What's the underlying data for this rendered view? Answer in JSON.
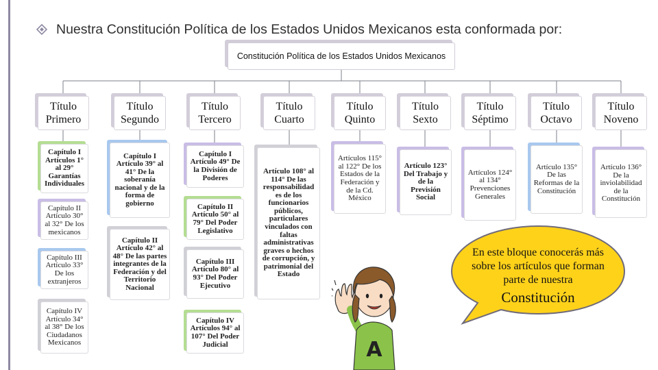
{
  "header": {
    "text": "Nuestra Constitución Política de los Estados Unidos Mexicanos esta conformada por:",
    "bullet_icon": "diamond-bullet-icon"
  },
  "root": {
    "label": "Constitución Política de los Estados Unidos Mexicanos"
  },
  "titulos": [
    {
      "label": "Título Primero"
    },
    {
      "label": "Título Segundo"
    },
    {
      "label": "Título Tercero"
    },
    {
      "label": "Título Cuarto"
    },
    {
      "label": "Título Quinto"
    },
    {
      "label": "Título Sexto"
    },
    {
      "label": "Título Séptimo"
    },
    {
      "label": "Título Octavo"
    },
    {
      "label": "Título Noveno"
    }
  ],
  "capitulos": {
    "primero": [
      {
        "text": "Capítulo I Artículos 1° al 29° Garantías Individuales"
      },
      {
        "text": "Capítulo II Artículo 30° al 32° De los mexicanos"
      },
      {
        "text": "Capítulo III Artículo 33° De los extranjeros"
      },
      {
        "text": "Capítulo IV Artículo 34° al 38° De los Ciudadanos Mexicanos"
      }
    ],
    "segundo": [
      {
        "text": "Capítulo I Artículo 39° al 41° De la soberanía nacional y de la forma de gobierno"
      },
      {
        "text": "Capítulo II Artículo 42° al 48° De las partes integrantes de la Federación y del Territorio Nacional"
      }
    ],
    "tercero": [
      {
        "text": "Capítulo I Artículo 49° De la División de Poderes"
      },
      {
        "text": "Capítulo II Artículo 50° al 79° Del Poder Legislativo"
      },
      {
        "text": "Capítulo III Artículo 80° al 93° Del Poder Ejecutivo"
      },
      {
        "text": "Capítulo IV Artículos 94° al 107° Del Poder Judicial"
      }
    ],
    "cuarto": [
      {
        "text": "Artículo 108° al 114° De las responsabilidad es de los funcionarios públicos, particulares vinculados con faltas administrativas graves o hechos de corrupción, y patrimonial del Estado"
      }
    ],
    "quinto": [
      {
        "text": "Artículos 115° al 122° De los Estados de la Federación y de la Cd. México"
      }
    ],
    "sexto": [
      {
        "text": "Artículo 123° Del Trabajo y de la Previsión Social"
      }
    ],
    "septimo": [
      {
        "text": "Artículos 124° al 134° Prevenciones Generales"
      }
    ],
    "octavo": [
      {
        "text": "Artículo 135° De las Reformas de la Constitución"
      }
    ],
    "noveno": [
      {
        "text": "Artículo 136° De la inviolabilidad de la Constitución"
      }
    ]
  },
  "callout": {
    "text": "En este bloque conocerás más sobre los artículos que forman parte de nuestra",
    "emphasis": "Constitución",
    "bubble_color": "#ffd21a"
  },
  "character": {
    "shirt_letter": "A",
    "shirt_color": "#8bc34a"
  },
  "colors": {
    "accent": "#8f8aa3",
    "connector": "#7b7f8a"
  }
}
